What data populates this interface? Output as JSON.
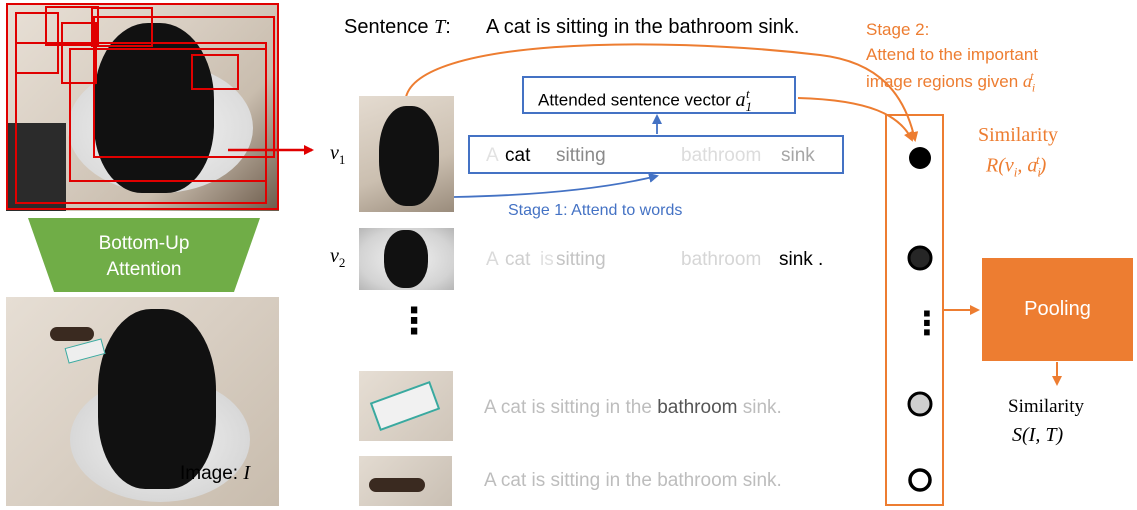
{
  "sentence_label": "Sentence",
  "sentence_var": "T",
  "sentence_colon": ":",
  "sentence_text": "A cat is sitting in the bathroom sink.",
  "stage2": {
    "line1": "Stage 2:",
    "line2": "Attend to the important",
    "line3": "image regions given",
    "var": "a",
    "var_sub": "i",
    "var_sup": "t"
  },
  "attended_box": {
    "label": "Attended sentence vector",
    "var": "a",
    "sub": "1",
    "sup": "t"
  },
  "stage1_label": "Stage 1: Attend to words",
  "region_labels": {
    "v1": "v",
    "v1_sub": "1",
    "v2": "v",
    "v2_sub": "2"
  },
  "row1_words": [
    {
      "text": "A",
      "shade": "#e2e2e2"
    },
    {
      "text": "cat",
      "shade": "#000000"
    },
    {
      "text": "sitting",
      "shade": "#8a8a8a"
    },
    {
      "text": "bathroom",
      "shade": "#dcdcdc"
    },
    {
      "text": "sink",
      "shade": "#a6a6a6"
    }
  ],
  "row2_words": [
    {
      "text": "A",
      "shade": "#dadada"
    },
    {
      "text": "cat",
      "shade": "#cfcfcf"
    },
    {
      "text": "is",
      "shade": "#e0e0e0"
    },
    {
      "text": "sitting",
      "shade": "#c4c4c4"
    },
    {
      "text": "bathroom",
      "shade": "#d6d6d6"
    },
    {
      "text": "sink",
      "shade": "#000000"
    },
    {
      "text": ".",
      "shade": "#000000"
    }
  ],
  "row3": {
    "pre": "A cat is sitting in the",
    "mid": "bathroom",
    "post": "sink."
  },
  "row4_text": "A cat is sitting in the bathroom sink.",
  "bottom_up": {
    "line1": "Bottom-Up",
    "line2": "Attention"
  },
  "image_label": "Image:",
  "image_var": "I",
  "similarity_r": {
    "title": "Similarity",
    "formula": "R(v",
    "formula_sub": "i",
    "formula_mid": ", a",
    "formula_sub2": "i",
    "formula_sup2": "t",
    "formula_end": ")"
  },
  "pooling_label": "Pooling",
  "similarity_s": {
    "title": "Similarity",
    "formula": "S(I, T)"
  },
  "ellipsis": "⋮",
  "colors": {
    "orange": "#ed7d31",
    "blue": "#4472c4",
    "red": "#e00000",
    "green": "#70ad47"
  }
}
